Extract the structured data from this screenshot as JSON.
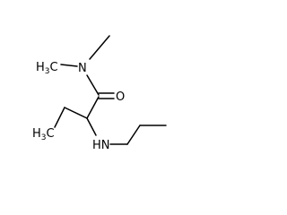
{
  "molecule": {
    "atoms": {
      "n_amide": {
        "label": "N",
        "color": "#000000"
      },
      "o_carbonyl": {
        "label": "O",
        "color": "#000000"
      },
      "n_amine": {
        "label": "HN",
        "color": "#000000"
      },
      "methyl_top_left": {
        "label": "H3C",
        "color": "#000000"
      },
      "methyl_ethyl": {
        "label": "H3C",
        "color": "#000000"
      }
    },
    "line_color": "#000000",
    "background_color": "#ffffff"
  }
}
